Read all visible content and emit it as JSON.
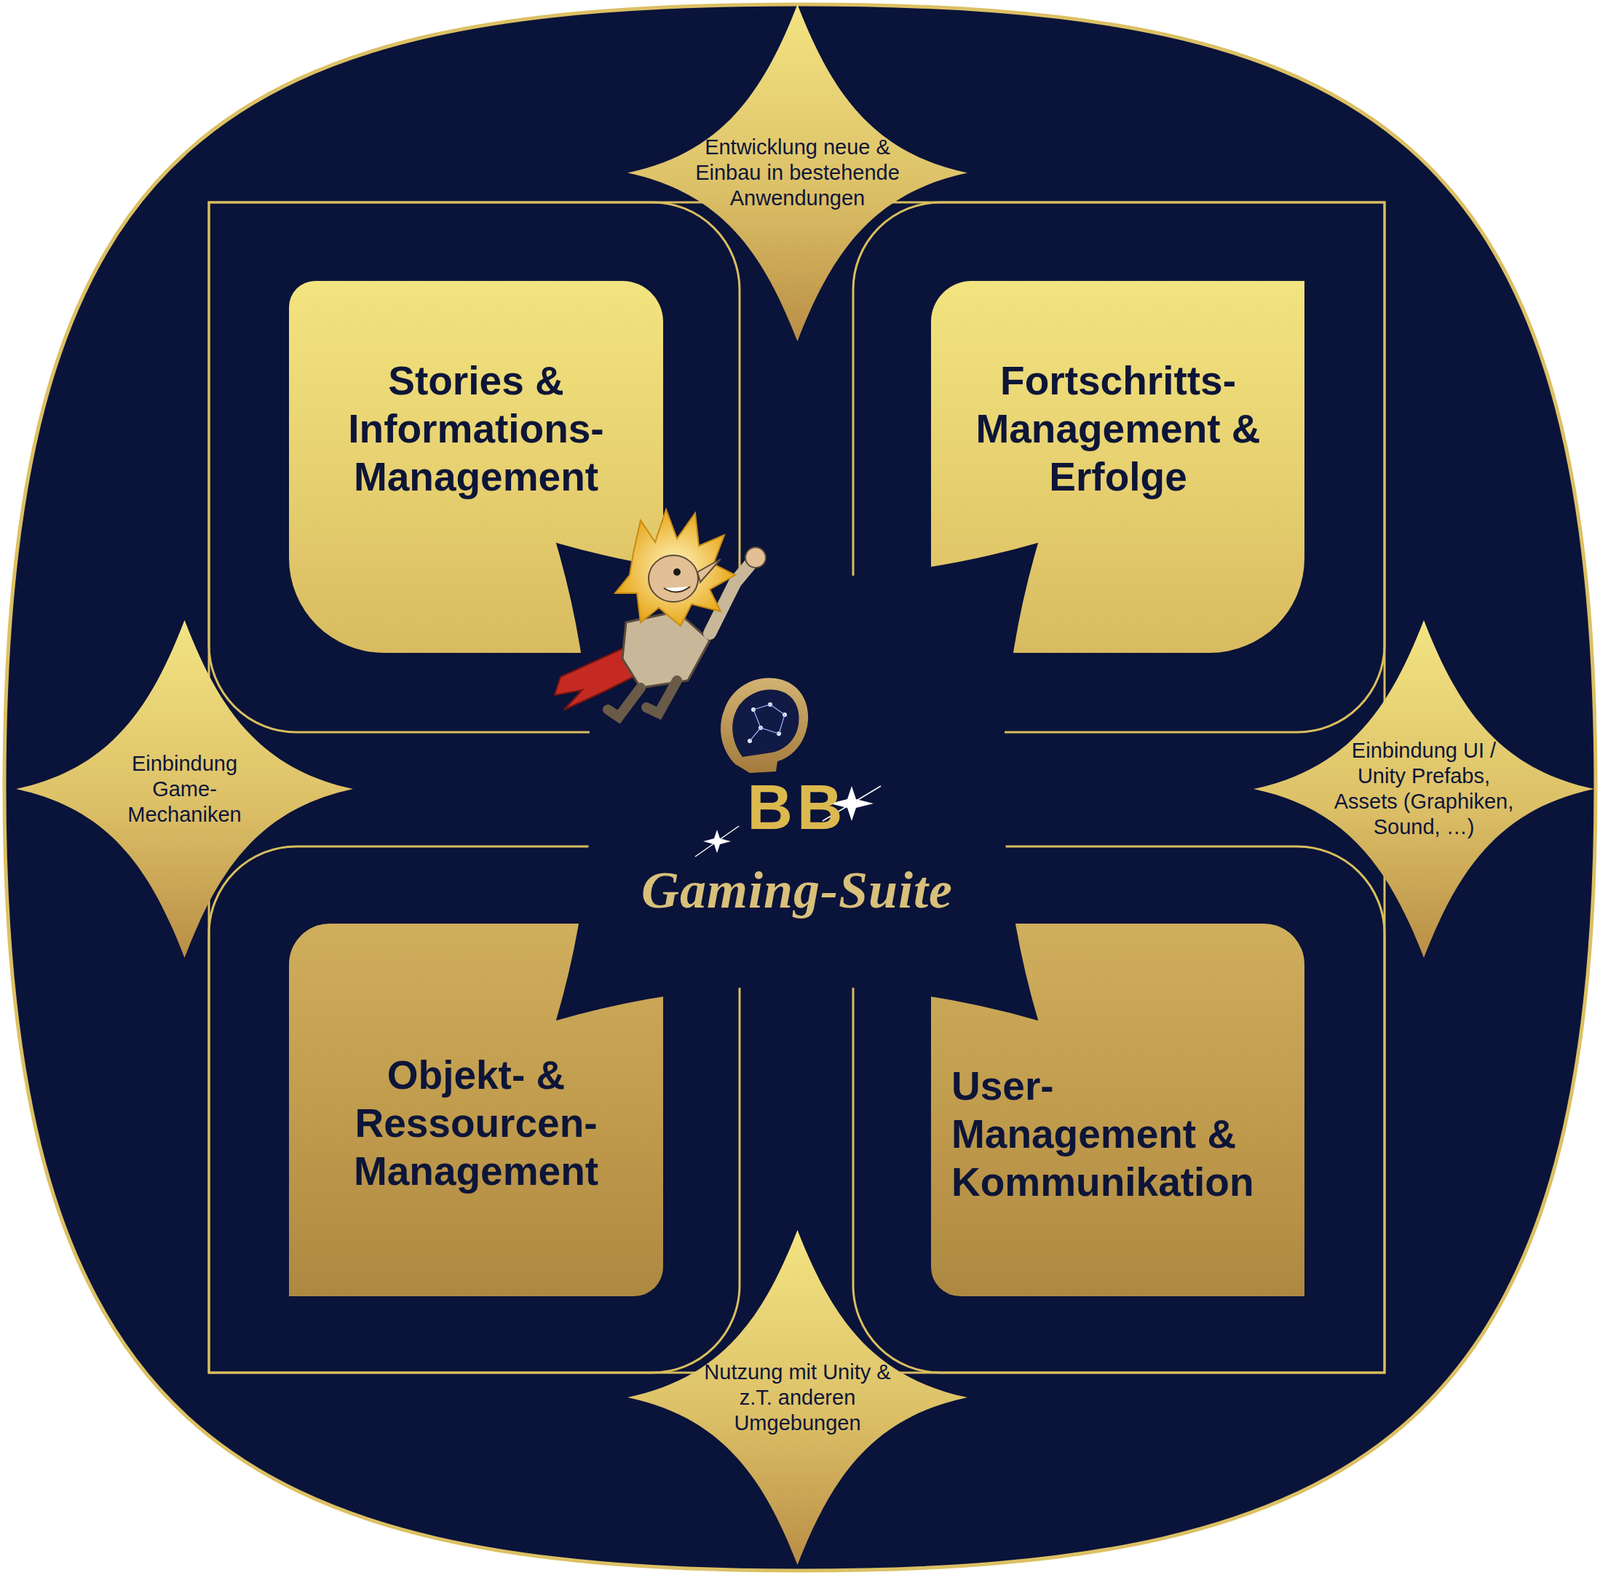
{
  "diagram": {
    "nodes": [
      {
        "text": [
          "Entwicklung neue & Einbau in bestehende Anwendungen"
        ]
      },
      {
        "text": [
          "Stories & Informations- Management"
        ]
      },
      {
        "text": [
          "Fortschritts- Management & Erfolge"
        ]
      },
      {
        "text": [
          "Einbindung Game- Mechaniken"
        ]
      },
      {
        "text": [
          "Einbindung UI / Unity Prefabs, Assets (Graphiken, Sound, …)"
        ]
      },
      {
        "text": [
          "Objekt- & Ressourcen- Management"
        ]
      },
      {
        "text": [
          "User- Management & Kommunikation"
        ]
      },
      {
        "text": [
          "Nutzung mit Unity & z.T. anderen Umgebungen"
        ]
      },
      {
        "text": [
          "BB",
          "Gaming-Suite"
        ]
      }
    ],
    "edges": []
  }
}
